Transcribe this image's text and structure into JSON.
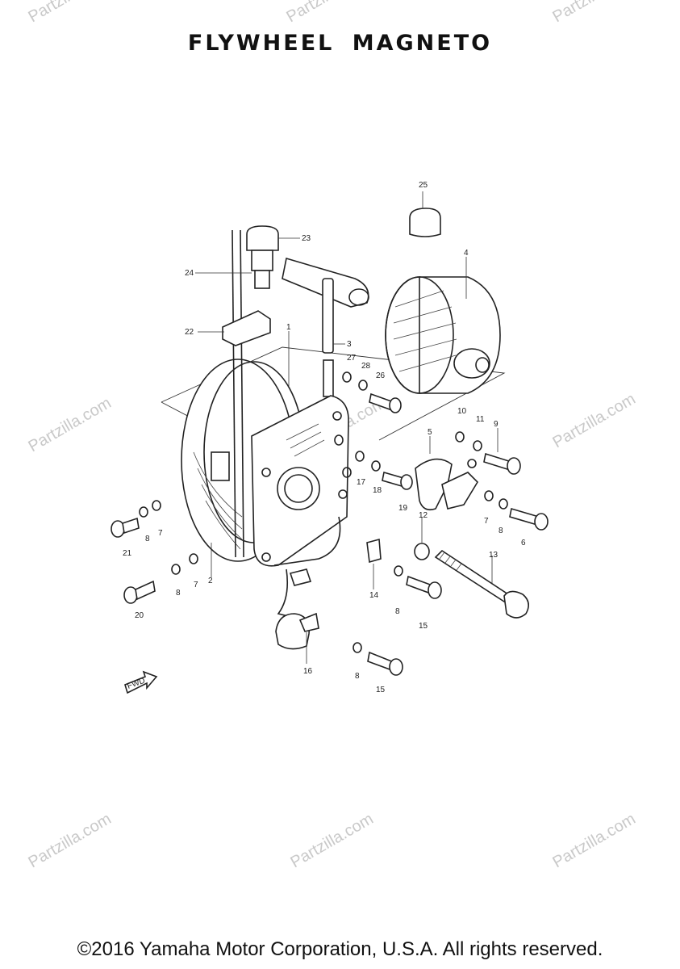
{
  "title": "FLYWHEEL  MAGNETO",
  "copyright": "©2016 Yamaha Motor Corporation, U.S.A. All rights reserved.",
  "watermark": "Partzilla.com",
  "fwd_label": "FWD",
  "callouts": [
    "1",
    "2",
    "3",
    "4",
    "5",
    "6",
    "7",
    "7",
    "7",
    "8",
    "8",
    "8",
    "8",
    "8",
    "9",
    "10",
    "11",
    "12",
    "13",
    "14",
    "15",
    "15",
    "16",
    "17",
    "18",
    "19",
    "20",
    "21",
    "22",
    "23",
    "24",
    "25",
    "26",
    "27",
    "28"
  ]
}
